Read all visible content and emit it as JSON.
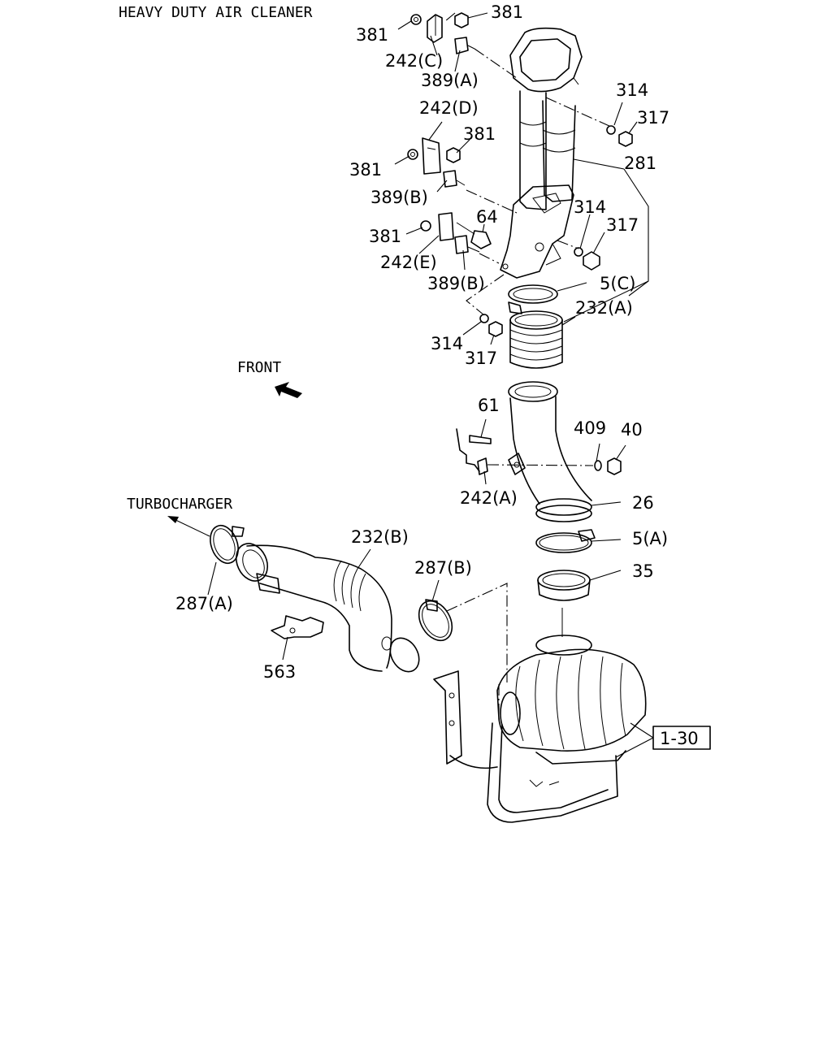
{
  "title": "HEAVY DUTY AIR CLEANER",
  "direction_labels": {
    "front": "FRONT",
    "turbocharger": "TURBOCHARGER"
  },
  "reference_box": "1-30",
  "icons": {
    "front_arrow": "front-arrow-icon",
    "turbo_arrow": "turbocharger-arrow-icon"
  },
  "callouts": [
    {
      "id": "c381a",
      "text": "381"
    },
    {
      "id": "c381b",
      "text": "381"
    },
    {
      "id": "c242c",
      "text": "242(C)"
    },
    {
      "id": "c389a",
      "text": "389(A)"
    },
    {
      "id": "c314a",
      "text": "314"
    },
    {
      "id": "c317a",
      "text": "317"
    },
    {
      "id": "c242d",
      "text": "242(D)"
    },
    {
      "id": "c381c",
      "text": "381"
    },
    {
      "id": "c381d",
      "text": "381"
    },
    {
      "id": "c281",
      "text": "281"
    },
    {
      "id": "c389b1",
      "text": "389(B)"
    },
    {
      "id": "c314b",
      "text": "314"
    },
    {
      "id": "c64",
      "text": "64"
    },
    {
      "id": "c317b",
      "text": "317"
    },
    {
      "id": "c381e",
      "text": "381"
    },
    {
      "id": "c242e",
      "text": "242(E)"
    },
    {
      "id": "c389b2",
      "text": "389(B)"
    },
    {
      "id": "c5c",
      "text": "5(C)"
    },
    {
      "id": "c232a",
      "text": "232(A)"
    },
    {
      "id": "c314c",
      "text": "314"
    },
    {
      "id": "c317c",
      "text": "317"
    },
    {
      "id": "c61",
      "text": "61"
    },
    {
      "id": "c409",
      "text": "409"
    },
    {
      "id": "c40",
      "text": "40"
    },
    {
      "id": "c242a",
      "text": "242(A)"
    },
    {
      "id": "c26",
      "text": "26"
    },
    {
      "id": "c5a",
      "text": "5(A)"
    },
    {
      "id": "c232b",
      "text": "232(B)"
    },
    {
      "id": "c287b",
      "text": "287(B)"
    },
    {
      "id": "c35",
      "text": "35"
    },
    {
      "id": "c287a",
      "text": "287(A)"
    },
    {
      "id": "c563",
      "text": "563"
    }
  ]
}
